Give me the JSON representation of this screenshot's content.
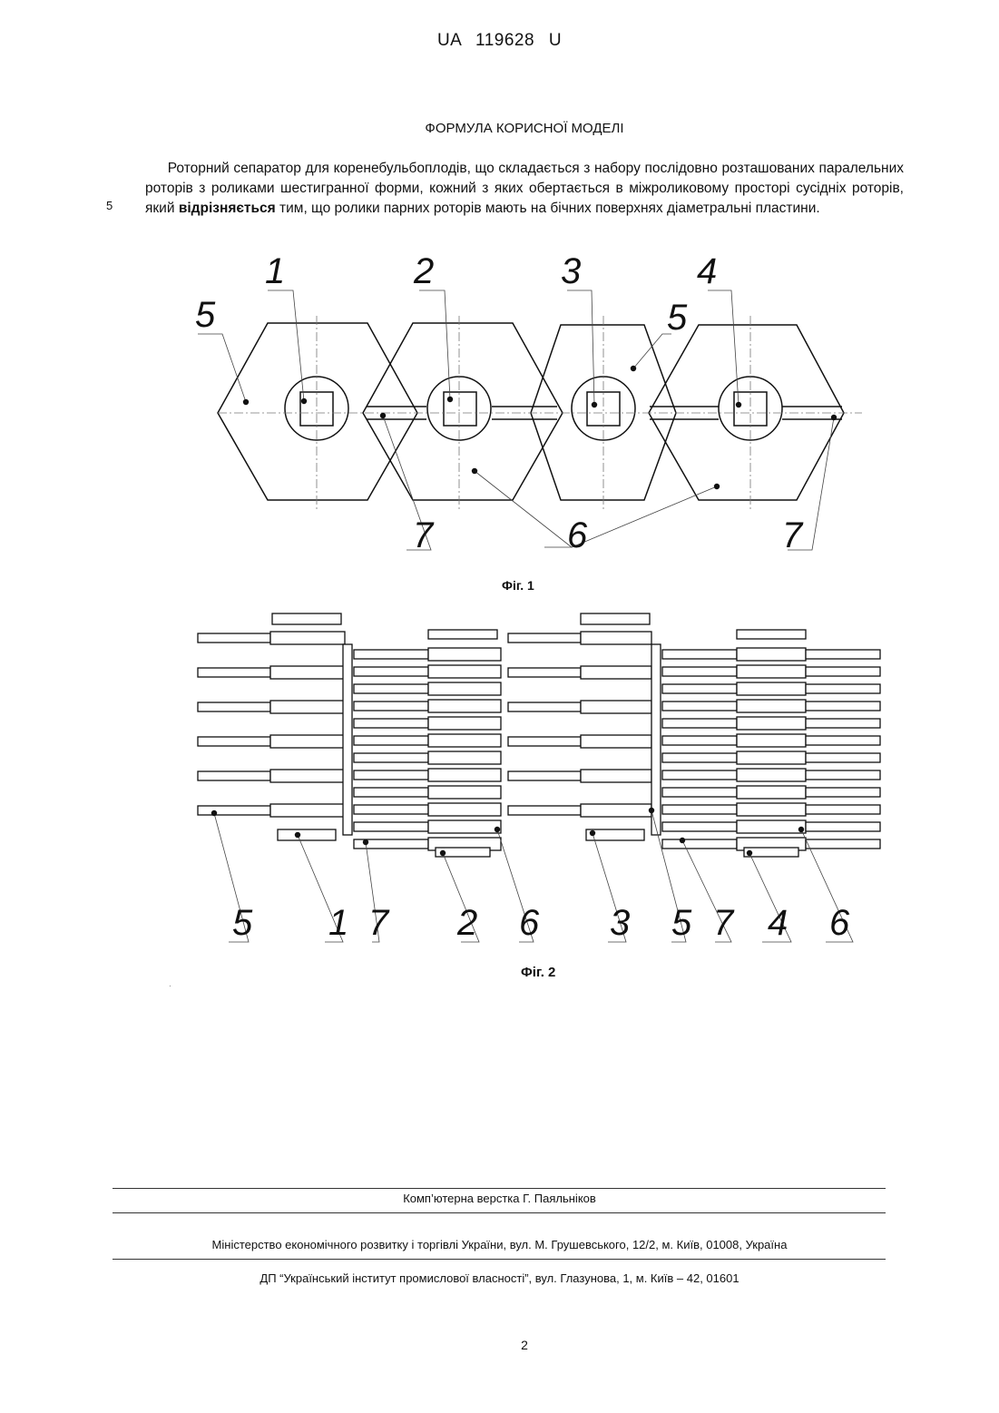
{
  "header": {
    "patent_number": "UA   119628   U"
  },
  "section_title": "ФОРМУЛА КОРИСНОЇ МОДЕЛІ",
  "claim": {
    "line_number": "5",
    "text_before": "Роторний сепаратор для коренебульбоплодів, що складається з набору послідовно розташованих паралельних роторів з роликами шестигранної форми, кожний з яких обертається в міжроликовому просторі сусідніх роторів, який ",
    "bold_word": "відрізняється",
    "text_after": " тим, що ролики парних роторів мають на бічних поверхнях діаметральні пластини."
  },
  "figure1": {
    "caption": "Фіг. 1",
    "labels": [
      "1",
      "2",
      "3",
      "4",
      "5",
      "5",
      "6",
      "7",
      "7"
    ]
  },
  "figure2": {
    "caption": "Фіг. 2",
    "labels": [
      "5",
      "1",
      "7",
      "2",
      "6",
      "3",
      "5",
      "7",
      "4",
      "6"
    ]
  },
  "footer": {
    "credit": "Комп’ютерна верстка Г. Паяльніков",
    "ministry": "Міністерство економічного розвитку і торгівлі України, вул. М. Грушевського, 12/2, м. Київ, 01008, Україна",
    "institute": "ДП “Український інститут промислової власності”, вул. Глазунова, 1, м. Київ – 42, 01601"
  },
  "page_number": "2"
}
